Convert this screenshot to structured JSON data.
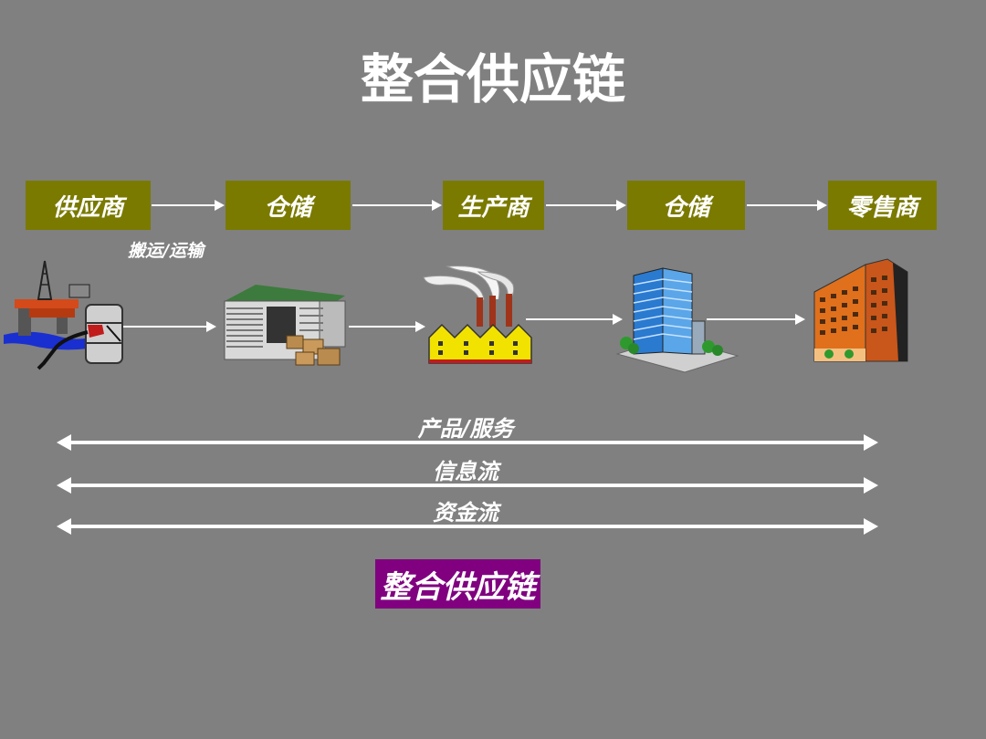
{
  "title": "整合供应链",
  "stages": [
    {
      "label": "供应商"
    },
    {
      "label": "仓储"
    },
    {
      "label": "生产商"
    },
    {
      "label": "仓储"
    },
    {
      "label": "零售商"
    }
  ],
  "transport_label": "搬运/运输",
  "icons": [
    "oil-rig-icon",
    "warehouse-icon",
    "factory-icon",
    "office-tower-icon",
    "retail-building-icon"
  ],
  "flows": [
    {
      "label": "产品/服务"
    },
    {
      "label": "信息流"
    },
    {
      "label": "资金流"
    }
  ],
  "badge": "整合供应链",
  "colors": {
    "background": "#808080",
    "stage_box": "#7a7a00",
    "badge": "#800080",
    "text": "#ffffff"
  }
}
